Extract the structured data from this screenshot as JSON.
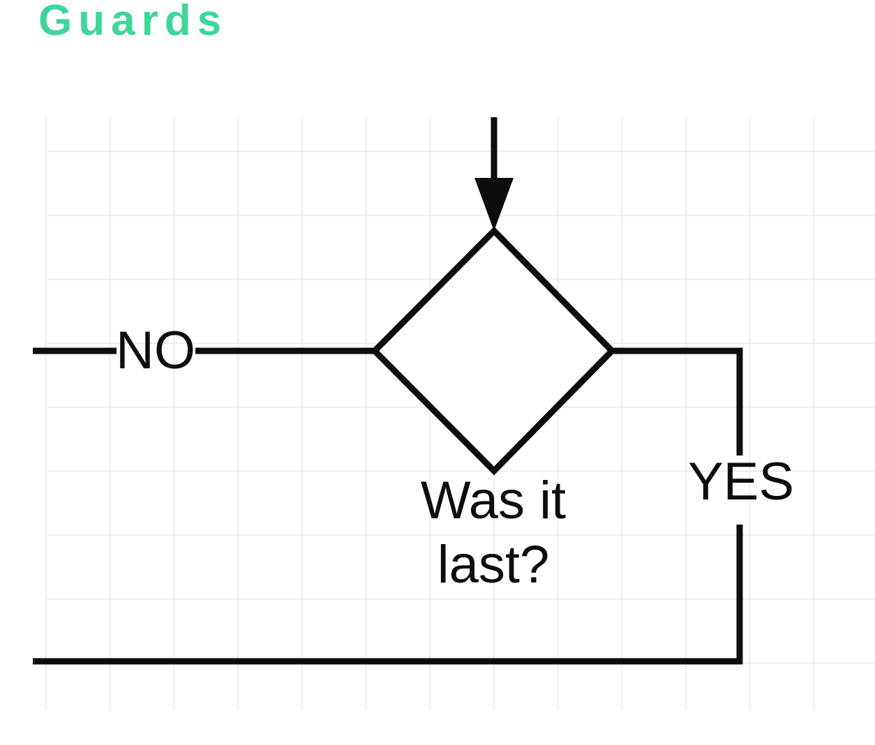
{
  "page": {
    "heading": {
      "text": "Guards",
      "color": "#3fd69a"
    },
    "background": "#ffffff"
  },
  "flowchart": {
    "line_color": "#0d0d0d",
    "grid_line_color": "#ededed",
    "node": {
      "shape": "diamond",
      "label": "Was it last?",
      "label_line1": "Was it",
      "label_line2": "last?"
    },
    "edges": {
      "no_label": "NO",
      "yes_label": "YES"
    }
  }
}
